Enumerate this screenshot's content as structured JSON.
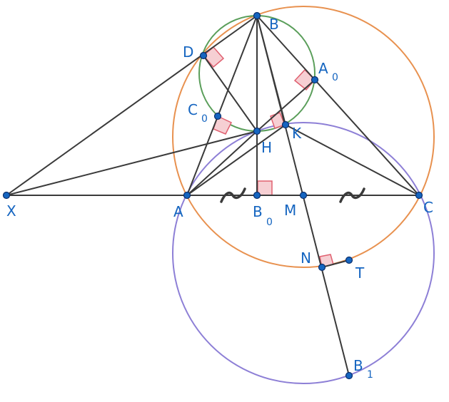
{
  "colors": {
    "segment": "#3a3a3a",
    "point_fill": "#1565c0",
    "point_stroke": "#0b2e6b",
    "label": "#1565c0",
    "orange_circle": "#e8914f",
    "green_circle": "#5a9e5a",
    "purple_circle": "#8d7fd6",
    "right_angle_fill": "#f6cfd3",
    "right_angle_stroke": "#e06070"
  },
  "points": [
    {
      "id": "X",
      "label": "X",
      "sub": ""
    },
    {
      "id": "A",
      "label": "A",
      "sub": ""
    },
    {
      "id": "B",
      "label": "B",
      "sub": ""
    },
    {
      "id": "C",
      "label": "C",
      "sub": ""
    },
    {
      "id": "D",
      "label": "D",
      "sub": ""
    },
    {
      "id": "A0",
      "label": "A",
      "sub": "0"
    },
    {
      "id": "C0",
      "label": "C",
      "sub": "0"
    },
    {
      "id": "H",
      "label": "H",
      "sub": ""
    },
    {
      "id": "K",
      "label": "K",
      "sub": ""
    },
    {
      "id": "B0",
      "label": "B",
      "sub": "0"
    },
    {
      "id": "M",
      "label": "M",
      "sub": ""
    },
    {
      "id": "N",
      "label": "N",
      "sub": ""
    },
    {
      "id": "T",
      "label": "T",
      "sub": ""
    },
    {
      "id": "B1",
      "label": "B",
      "sub": "1"
    }
  ],
  "icons": {
    "equal_mark": "tilde-tick-icon",
    "right_angle": "right-angle-marker-icon"
  }
}
